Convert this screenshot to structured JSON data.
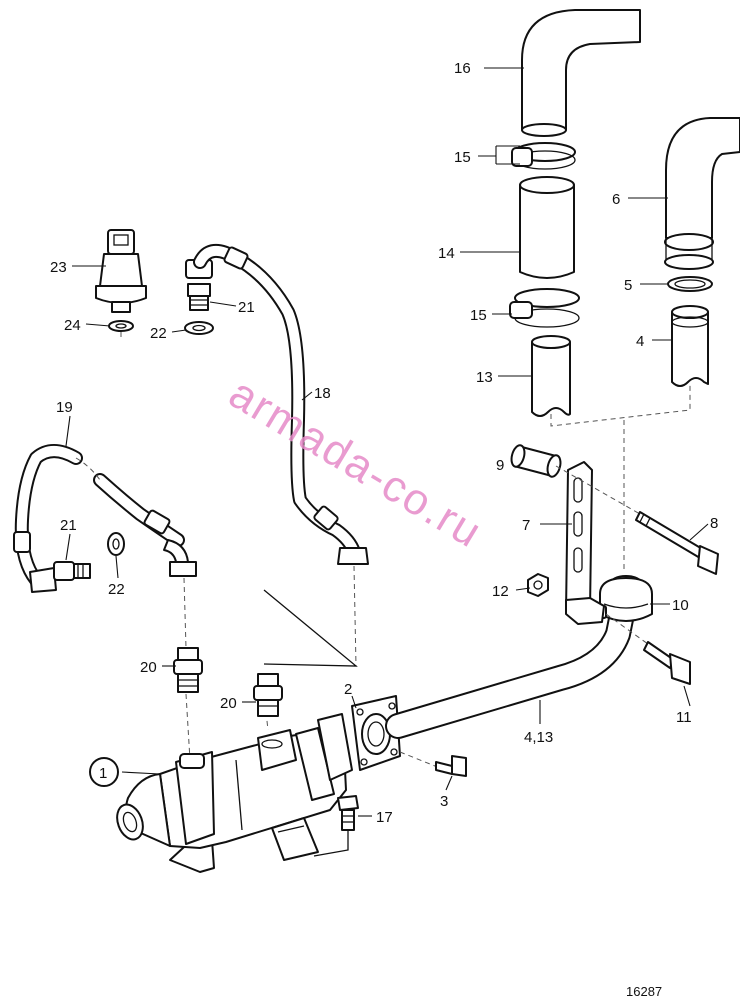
{
  "labels": {
    "l1": "1",
    "l2": "2",
    "l3": "3",
    "l4": "4",
    "l5": "5",
    "l6": "6",
    "l7": "7",
    "l8": "8",
    "l9": "9",
    "l10": "10",
    "l11": "11",
    "l12": "12",
    "l13": "13",
    "l14": "14",
    "l15a": "15",
    "l15b": "15",
    "l16": "16",
    "l17": "17",
    "l18": "18",
    "l19": "19",
    "l20a": "20",
    "l20b": "20",
    "l21a": "21",
    "l21b": "21",
    "l22a": "22",
    "l22b": "22",
    "l23": "23",
    "l24": "24",
    "l4_13": "4,13"
  },
  "drawing_number": "16287",
  "watermark": "armada-co.ru",
  "colors": {
    "line": "#111111",
    "watermark": "#e58ac8",
    "background": "#ffffff"
  }
}
